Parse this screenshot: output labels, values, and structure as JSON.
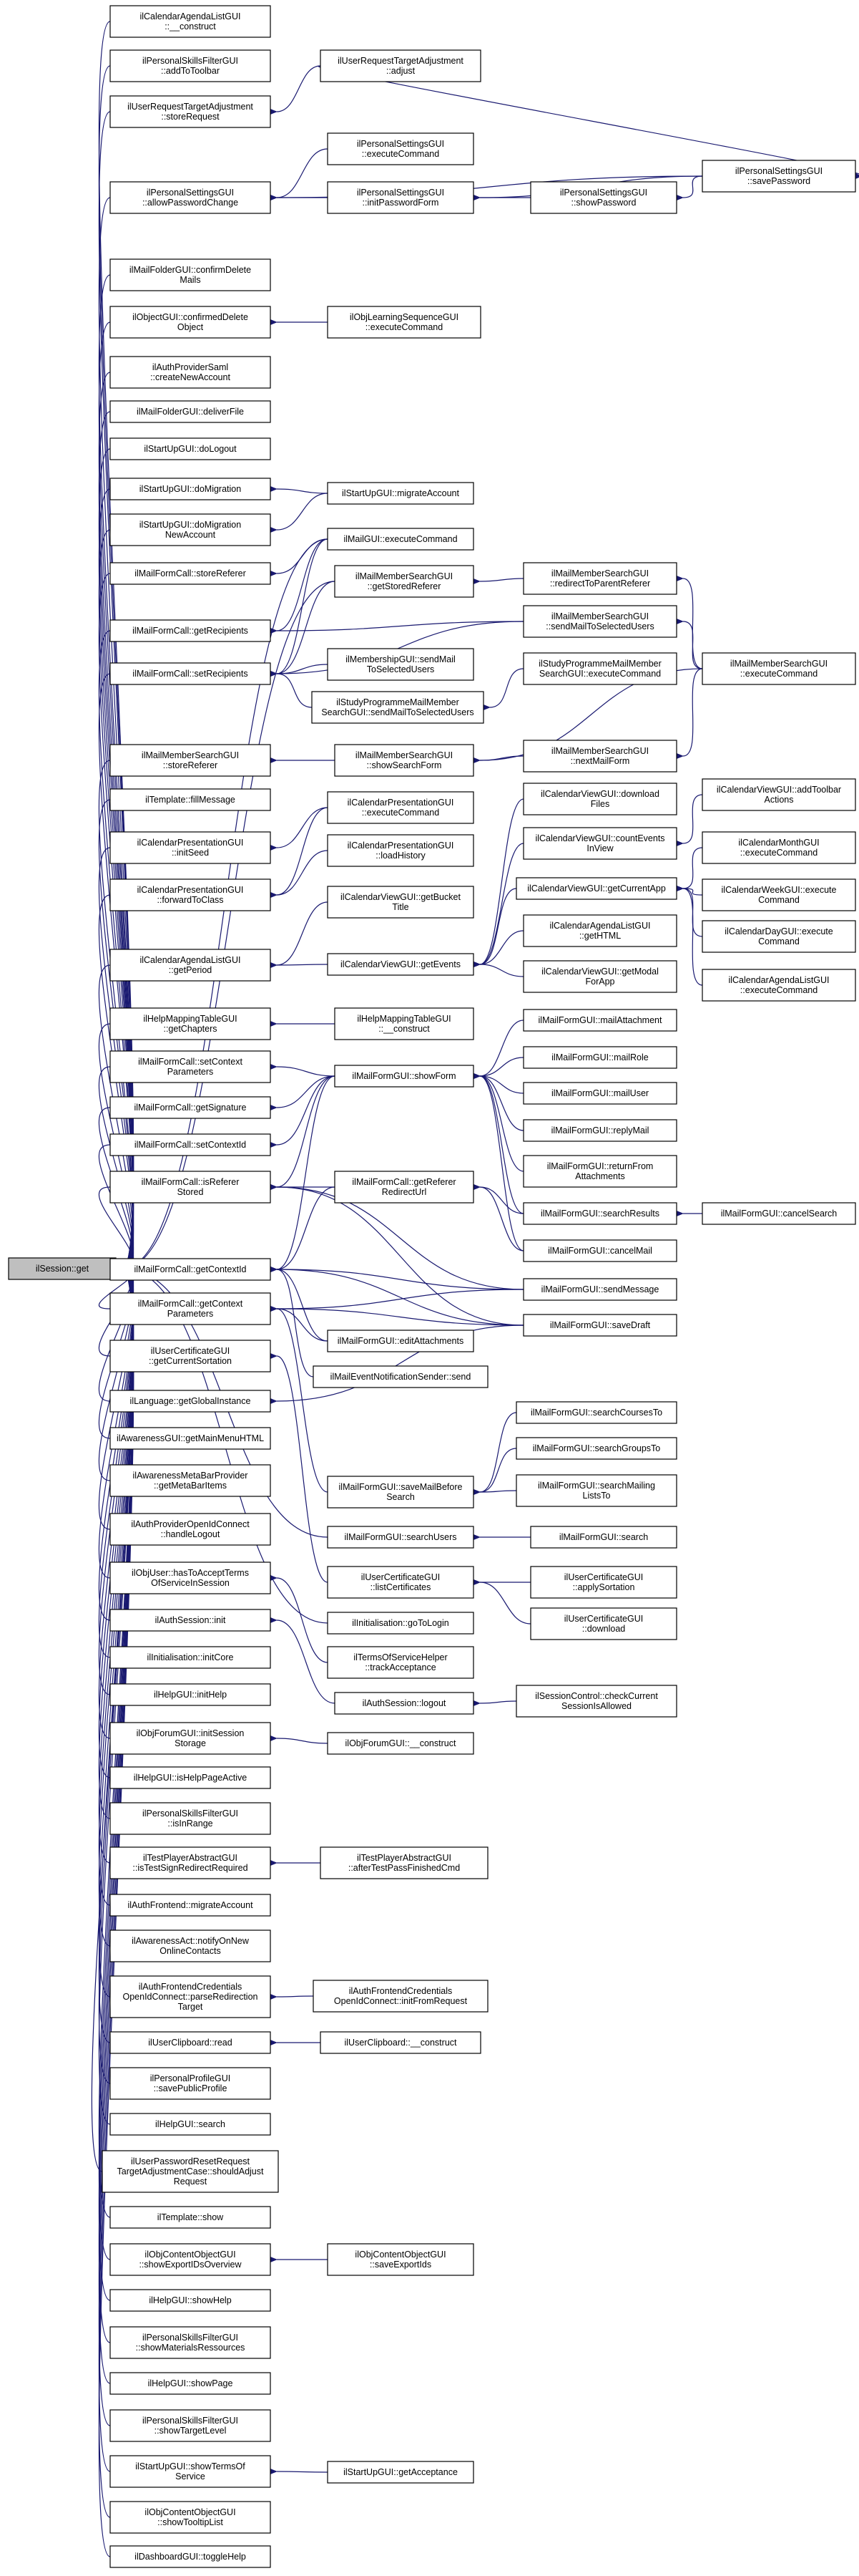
{
  "nodes": [
    {
      "id": "root",
      "lines": [
        "ilSession::get"
      ],
      "root": true
    },
    {
      "id": "n1",
      "lines": [
        "ilCalendarAgendaListGUI",
        "::__construct"
      ]
    },
    {
      "id": "n2",
      "lines": [
        "ilPersonalSkillsFilterGUI",
        "::addToToolbar"
      ]
    },
    {
      "id": "n3",
      "lines": [
        "ilUserRequestTargetAdjustment",
        "::storeRequest"
      ]
    },
    {
      "id": "n4",
      "lines": [
        "ilUserRequestTargetAdjustment",
        "::adjust"
      ]
    },
    {
      "id": "n5",
      "lines": [
        "ilPersonalSettingsGUI",
        "::allowPasswordChange"
      ]
    },
    {
      "id": "n6",
      "lines": [
        "ilPersonalSettingsGUI",
        "::executeCommand"
      ]
    },
    {
      "id": "n7",
      "lines": [
        "ilPersonalSettingsGUI",
        "::initPasswordForm"
      ]
    },
    {
      "id": "n8",
      "lines": [
        "ilPersonalSettingsGUI",
        "::showPassword"
      ]
    },
    {
      "id": "n9",
      "lines": [
        "ilPersonalSettingsGUI",
        "::savePassword"
      ]
    },
    {
      "id": "n10",
      "lines": [
        "ilMailFolderGUI::confirmDelete",
        "Mails"
      ]
    },
    {
      "id": "n11",
      "lines": [
        "ilObjectGUI::confirmedDelete",
        "Object"
      ]
    },
    {
      "id": "n12",
      "lines": [
        "ilObjLearningSequenceGUI",
        "::executeCommand"
      ]
    },
    {
      "id": "n13",
      "lines": [
        "ilAuthProviderSaml",
        "::createNewAccount"
      ]
    },
    {
      "id": "n14",
      "lines": [
        "ilMailFolderGUI::deliverFile"
      ]
    },
    {
      "id": "n15",
      "lines": [
        "ilStartUpGUI::doLogout"
      ]
    },
    {
      "id": "n16",
      "lines": [
        "ilStartUpGUI::doMigration"
      ]
    },
    {
      "id": "n17",
      "lines": [
        "ilStartUpGUI::migrateAccount"
      ]
    },
    {
      "id": "n18",
      "lines": [
        "ilStartUpGUI::doMigration",
        "NewAccount"
      ]
    },
    {
      "id": "n19",
      "lines": [
        "ilMailGUI::executeCommand"
      ]
    },
    {
      "id": "n20",
      "lines": [
        "ilMailFormCall::storeReferer"
      ]
    },
    {
      "id": "n21",
      "lines": [
        "ilMailMemberSearchGUI",
        "::getStoredReferer"
      ]
    },
    {
      "id": "n22",
      "lines": [
        "ilMailMemberSearchGUI",
        "::redirectToParentReferer"
      ]
    },
    {
      "id": "n23",
      "lines": [
        "ilMailFormCall::getRecipients"
      ]
    },
    {
      "id": "n24",
      "lines": [
        "ilMailMemberSearchGUI",
        "::sendMailToSelectedUsers"
      ]
    },
    {
      "id": "n25",
      "lines": [
        "ilMailMemberSearchGUI",
        "::executeCommand"
      ]
    },
    {
      "id": "n26",
      "lines": [
        "ilMembershipGUI::sendMail",
        "ToSelectedUsers"
      ]
    },
    {
      "id": "n27",
      "lines": [
        "ilMailFormCall::setRecipients"
      ]
    },
    {
      "id": "n28",
      "lines": [
        "ilStudyProgrammeMailMember",
        "SearchGUI::executeCommand"
      ]
    },
    {
      "id": "n29",
      "lines": [
        "ilStudyProgrammeMailMember",
        "SearchGUI::sendMailToSelectedUsers"
      ]
    },
    {
      "id": "n30",
      "lines": [
        "ilMailMemberSearchGUI",
        "::storeReferer"
      ]
    },
    {
      "id": "n31",
      "lines": [
        "ilMailMemberSearchGUI",
        "::showSearchForm"
      ]
    },
    {
      "id": "n32",
      "lines": [
        "ilMailMemberSearchGUI",
        "::nextMailForm"
      ]
    },
    {
      "id": "n33",
      "lines": [
        "ilTemplate::fillMessage"
      ]
    },
    {
      "id": "n34",
      "lines": [
        "ilCalendarViewGUI::download",
        "Files"
      ]
    },
    {
      "id": "n35",
      "lines": [
        "ilCalendarViewGUI::addToolbar",
        "Actions"
      ]
    },
    {
      "id": "n36",
      "lines": [
        "ilCalendarPresentationGUI",
        "::initSeed"
      ]
    },
    {
      "id": "n37",
      "lines": [
        "ilCalendarPresentationGUI",
        "::executeCommand"
      ]
    },
    {
      "id": "n38",
      "lines": [
        "ilCalendarViewGUI::countEvents",
        "InView"
      ]
    },
    {
      "id": "n39",
      "lines": [
        "ilCalendarPresentationGUI",
        "::forwardToClass"
      ]
    },
    {
      "id": "n40",
      "lines": [
        "ilCalendarPresentationGUI",
        "::loadHistory"
      ]
    },
    {
      "id": "n41",
      "lines": [
        "ilCalendarMonthGUI",
        "::executeCommand"
      ]
    },
    {
      "id": "n42",
      "lines": [
        "ilCalendarViewGUI::getBucket",
        "Title"
      ]
    },
    {
      "id": "n43",
      "lines": [
        "ilCalendarViewGUI::getCurrentApp"
      ]
    },
    {
      "id": "n44",
      "lines": [
        "ilCalendarWeekGUI::execute",
        "Command"
      ]
    },
    {
      "id": "n45",
      "lines": [
        "ilCalendarAgendaListGUI",
        "::getHTML"
      ]
    },
    {
      "id": "n46",
      "lines": [
        "ilCalendarDayGUI::execute",
        "Command"
      ]
    },
    {
      "id": "n47",
      "lines": [
        "ilCalendarAgendaListGUI",
        "::getPeriod"
      ]
    },
    {
      "id": "n48",
      "lines": [
        "ilCalendarViewGUI::getEvents"
      ]
    },
    {
      "id": "n49",
      "lines": [
        "ilCalendarViewGUI::getModal",
        "ForApp"
      ]
    },
    {
      "id": "n50",
      "lines": [
        "ilCalendarAgendaListGUI",
        "::executeCommand"
      ]
    },
    {
      "id": "n51",
      "lines": [
        "ilHelpMappingTableGUI",
        "::getChapters"
      ]
    },
    {
      "id": "n52",
      "lines": [
        "ilHelpMappingTableGUI",
        "::__construct"
      ]
    },
    {
      "id": "n53",
      "lines": [
        "ilMailFormGUI::mailAttachment"
      ]
    },
    {
      "id": "n54",
      "lines": [
        "ilMailFormCall::setContext",
        "Parameters"
      ]
    },
    {
      "id": "n55",
      "lines": [
        "ilMailFormGUI::showForm"
      ]
    },
    {
      "id": "n56",
      "lines": [
        "ilMailFormGUI::mailRole"
      ]
    },
    {
      "id": "n57",
      "lines": [
        "ilMailFormCall::getSignature"
      ]
    },
    {
      "id": "n58",
      "lines": [
        "ilMailFormGUI::mailUser"
      ]
    },
    {
      "id": "n59",
      "lines": [
        "ilMailFormCall::setContextId"
      ]
    },
    {
      "id": "n60",
      "lines": [
        "ilMailFormGUI::replyMail"
      ]
    },
    {
      "id": "n61",
      "lines": [
        "ilMailFormGUI::returnFrom",
        "Attachments"
      ]
    },
    {
      "id": "n62",
      "lines": [
        "ilMailFormCall::isReferer",
        "Stored"
      ]
    },
    {
      "id": "n63",
      "lines": [
        "ilMailFormCall::getReferer",
        "RedirectUrl"
      ]
    },
    {
      "id": "n64",
      "lines": [
        "ilMailFormGUI::searchResults"
      ]
    },
    {
      "id": "n65",
      "lines": [
        "ilMailFormGUI::cancelSearch"
      ]
    },
    {
      "id": "n66",
      "lines": [
        "ilMailFormGUI::cancelMail"
      ]
    },
    {
      "id": "n67",
      "lines": [
        "ilMailFormCall::getContextId"
      ]
    },
    {
      "id": "n68",
      "lines": [
        "ilMailFormGUI::sendMessage"
      ]
    },
    {
      "id": "n69",
      "lines": [
        "ilMailFormCall::getContext",
        "Parameters"
      ]
    },
    {
      "id": "n70",
      "lines": [
        "ilMailFormGUI::saveDraft"
      ]
    },
    {
      "id": "n71",
      "lines": [
        "ilMailFormGUI::editAttachments"
      ]
    },
    {
      "id": "n72",
      "lines": [
        "ilUserCertificateGUI",
        "::getCurrentSortation"
      ]
    },
    {
      "id": "n73",
      "lines": [
        "ilMailEventNotificationSender::send"
      ]
    },
    {
      "id": "n74",
      "lines": [
        "ilLanguage::getGlobalInstance"
      ]
    },
    {
      "id": "n75",
      "lines": [
        "ilMailFormGUI::searchCoursesTo"
      ]
    },
    {
      "id": "n76",
      "lines": [
        "ilAwarenessGUI::getMainMenuHTML"
      ]
    },
    {
      "id": "n77",
      "lines": [
        "ilMailFormGUI::searchGroupsTo"
      ]
    },
    {
      "id": "n78",
      "lines": [
        "ilAwarenessMetaBarProvider",
        "::getMetaBarItems"
      ]
    },
    {
      "id": "n79",
      "lines": [
        "ilMailFormGUI::saveMailBefore",
        "Search"
      ]
    },
    {
      "id": "n80",
      "lines": [
        "ilMailFormGUI::searchMailing",
        "ListsTo"
      ]
    },
    {
      "id": "n81",
      "lines": [
        "ilAuthProviderOpenIdConnect",
        "::handleLogout"
      ]
    },
    {
      "id": "n82",
      "lines": [
        "ilMailFormGUI::searchUsers"
      ]
    },
    {
      "id": "n83",
      "lines": [
        "ilMailFormGUI::search"
      ]
    },
    {
      "id": "n84",
      "lines": [
        "ilObjUser::hasToAcceptTerms",
        "OfServiceInSession"
      ]
    },
    {
      "id": "n85",
      "lines": [
        "ilUserCertificateGUI",
        "::listCertificates"
      ]
    },
    {
      "id": "n86",
      "lines": [
        "ilUserCertificateGUI",
        "::applySortation"
      ]
    },
    {
      "id": "n87",
      "lines": [
        "ilAuthSession::init"
      ]
    },
    {
      "id": "n88",
      "lines": [
        "ilInitialisation::goToLogin"
      ]
    },
    {
      "id": "n89",
      "lines": [
        "ilUserCertificateGUI",
        "::download"
      ]
    },
    {
      "id": "n90",
      "lines": [
        "ilInitialisation::initCore"
      ]
    },
    {
      "id": "n91",
      "lines": [
        "ilTermsOfServiceHelper",
        "::trackAcceptance"
      ]
    },
    {
      "id": "n92",
      "lines": [
        "ilHelpGUI::initHelp"
      ]
    },
    {
      "id": "n93",
      "lines": [
        "ilAuthSession::logout"
      ]
    },
    {
      "id": "n94",
      "lines": [
        "ilSessionControl::checkCurrent",
        "SessionIsAllowed"
      ]
    },
    {
      "id": "n95",
      "lines": [
        "ilObjForumGUI::initSession",
        "Storage"
      ]
    },
    {
      "id": "n96",
      "lines": [
        "ilObjForumGUI::__construct"
      ]
    },
    {
      "id": "n97",
      "lines": [
        "ilHelpGUI::isHelpPageActive"
      ]
    },
    {
      "id": "n98",
      "lines": [
        "ilPersonalSkillsFilterGUI",
        "::isInRange"
      ]
    },
    {
      "id": "n99",
      "lines": [
        "ilTestPlayerAbstractGUI",
        "::isTestSignRedirectRequired"
      ]
    },
    {
      "id": "n100",
      "lines": [
        "ilTestPlayerAbstractGUI",
        "::afterTestPassFinishedCmd"
      ]
    },
    {
      "id": "n101",
      "lines": [
        "ilAuthFrontend::migrateAccount"
      ]
    },
    {
      "id": "n102",
      "lines": [
        "ilAwarenessAct::notifyOnNew",
        "OnlineContacts"
      ]
    },
    {
      "id": "n103",
      "lines": [
        "ilAuthFrontendCredentials",
        "OpenIdConnect::parseRedirection",
        "Target"
      ]
    },
    {
      "id": "n104",
      "lines": [
        "ilAuthFrontendCredentials",
        "OpenIdConnect::initFromRequest"
      ]
    },
    {
      "id": "n105",
      "lines": [
        "ilUserClipboard::read"
      ]
    },
    {
      "id": "n106",
      "lines": [
        "ilUserClipboard::__construct"
      ]
    },
    {
      "id": "n107",
      "lines": [
        "ilPersonalProfileGUI",
        "::savePublicProfile"
      ]
    },
    {
      "id": "n108",
      "lines": [
        "ilHelpGUI::search"
      ]
    },
    {
      "id": "n109",
      "lines": [
        "ilUserPasswordResetRequest",
        "TargetAdjustmentCase::shouldAdjust",
        "Request"
      ]
    },
    {
      "id": "n110",
      "lines": [
        "ilTemplate::show"
      ]
    },
    {
      "id": "n111",
      "lines": [
        "ilObjContentObjectGUI",
        "::showExportIDsOverview"
      ]
    },
    {
      "id": "n112",
      "lines": [
        "ilObjContentObjectGUI",
        "::saveExportIds"
      ]
    },
    {
      "id": "n113",
      "lines": [
        "ilHelpGUI::showHelp"
      ]
    },
    {
      "id": "n114",
      "lines": [
        "ilPersonalSkillsFilterGUI",
        "::showMaterialsRessources"
      ]
    },
    {
      "id": "n115",
      "lines": [
        "ilHelpGUI::showPage"
      ]
    },
    {
      "id": "n116",
      "lines": [
        "ilPersonalSkillsFilterGUI",
        "::showTargetLevel"
      ]
    },
    {
      "id": "n117",
      "lines": [
        "ilStartUpGUI::showTermsOf",
        "Service"
      ]
    },
    {
      "id": "n118",
      "lines": [
        "ilStartUpGUI::getAcceptance"
      ]
    },
    {
      "id": "n119",
      "lines": [
        "ilObjContentObjectGUI",
        "::showTooltipList"
      ]
    },
    {
      "id": "n120",
      "lines": [
        "ilDashboardGUI::toggleHelp"
      ]
    }
  ]
}
